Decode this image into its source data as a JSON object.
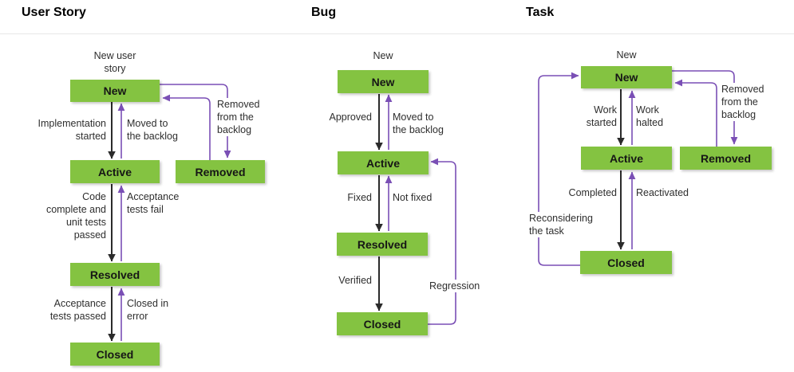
{
  "colors": {
    "state_fill": "#84c341",
    "state_text": "#161616",
    "forward_arrow": "#2b2b2b",
    "return_arrow": "#7a4fb5",
    "label_text": "#2e2e2e",
    "divider": "#e7e7e7",
    "background": "#ffffff"
  },
  "diagrams": [
    {
      "title": "User Story",
      "entry_label": "New user\nstory",
      "states": {
        "new": "New",
        "active": "Active",
        "resolved": "Resolved",
        "closed": "Closed",
        "removed": "Removed"
      },
      "edges": {
        "implementation_started": "Implementation\nstarted",
        "moved_to_backlog": "Moved to\nthe backlog",
        "code_complete": "Code\ncomplete and\nunit tests\npassed",
        "acceptance_tests_fail": "Acceptance\ntests fail",
        "acceptance_tests_passed": "Acceptance\ntests passed",
        "closed_in_error": "Closed in\nerror",
        "removed_from_backlog": "Removed\nfrom the\nbacklog"
      }
    },
    {
      "title": "Bug",
      "entry_label": "New",
      "states": {
        "new": "New",
        "active": "Active",
        "resolved": "Resolved",
        "closed": "Closed"
      },
      "edges": {
        "approved": "Approved",
        "moved_to_backlog": "Moved to\nthe backlog",
        "fixed": "Fixed",
        "not_fixed": "Not fixed",
        "verified": "Verified",
        "regression": "Regression"
      }
    },
    {
      "title": "Task",
      "entry_label": "New",
      "states": {
        "new": "New",
        "active": "Active",
        "closed": "Closed",
        "removed": "Removed"
      },
      "edges": {
        "work_started": "Work\nstarted",
        "work_halted": "Work\nhalted",
        "completed": "Completed",
        "reactivated": "Reactivated",
        "removed_from_backlog": "Removed\nfrom the\nbacklog",
        "reconsidering": "Reconsidering\nthe task"
      }
    }
  ]
}
